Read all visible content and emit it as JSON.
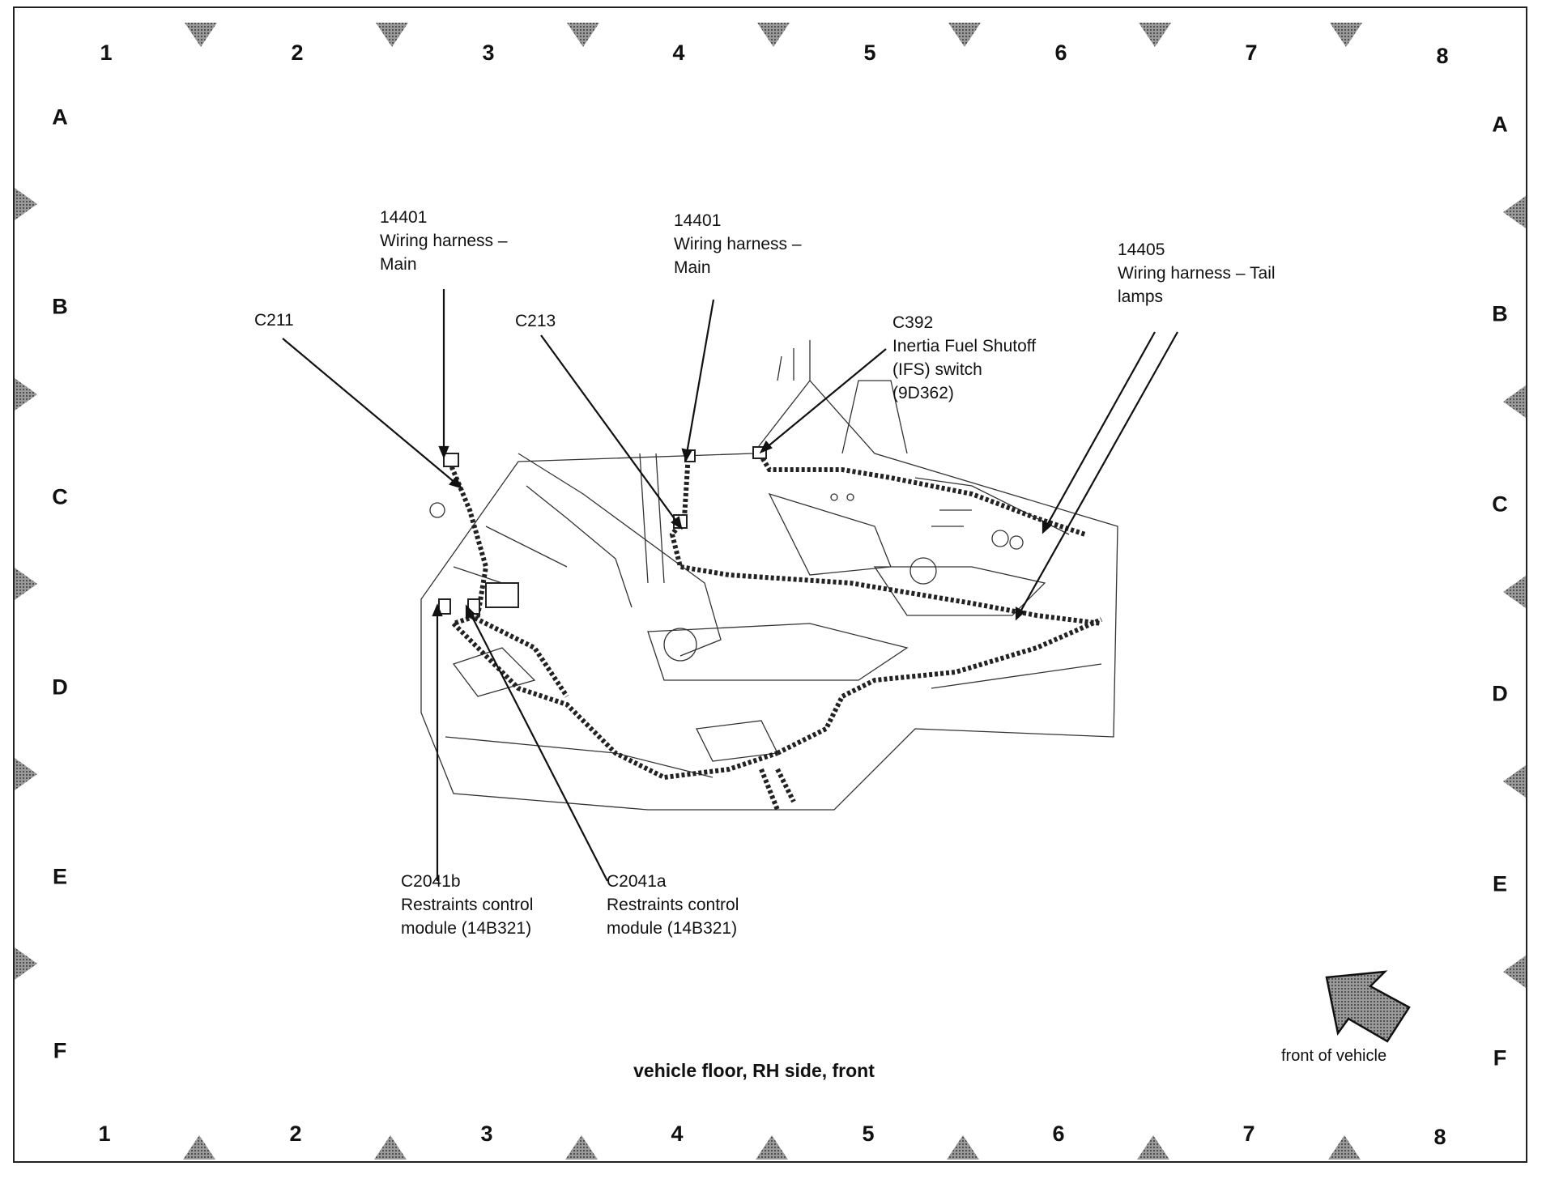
{
  "grid": {
    "columns": [
      "1",
      "2",
      "3",
      "4",
      "5",
      "6",
      "7",
      "8"
    ],
    "rows": [
      "A",
      "B",
      "C",
      "D",
      "E",
      "F"
    ]
  },
  "callouts": {
    "harness_main_left": {
      "line1": "14401",
      "line2": "Wiring harness –",
      "line3": "Main"
    },
    "harness_main_right": {
      "line1": "14401",
      "line2": "Wiring harness –",
      "line3": "Main"
    },
    "harness_tail": {
      "line1": "14405",
      "line2": "Wiring harness – Tail",
      "line3": "lamps"
    },
    "c211": {
      "line1": "C211"
    },
    "c213": {
      "line1": "C213"
    },
    "c392": {
      "line1": "C392",
      "line2": "Inertia Fuel Shutoff",
      "line3": "(IFS) switch",
      "line4": "(9D362)"
    },
    "c2041b": {
      "line1": "C2041b",
      "line2": "Restraints control",
      "line3": "module (14B321)"
    },
    "c2041a": {
      "line1": "C2041a",
      "line2": "Restraints control",
      "line3": "module (14B321)"
    }
  },
  "caption": "vehicle floor, RH side, front",
  "orientation": {
    "label": "front of vehicle",
    "icon": "front-arrow-icon"
  }
}
